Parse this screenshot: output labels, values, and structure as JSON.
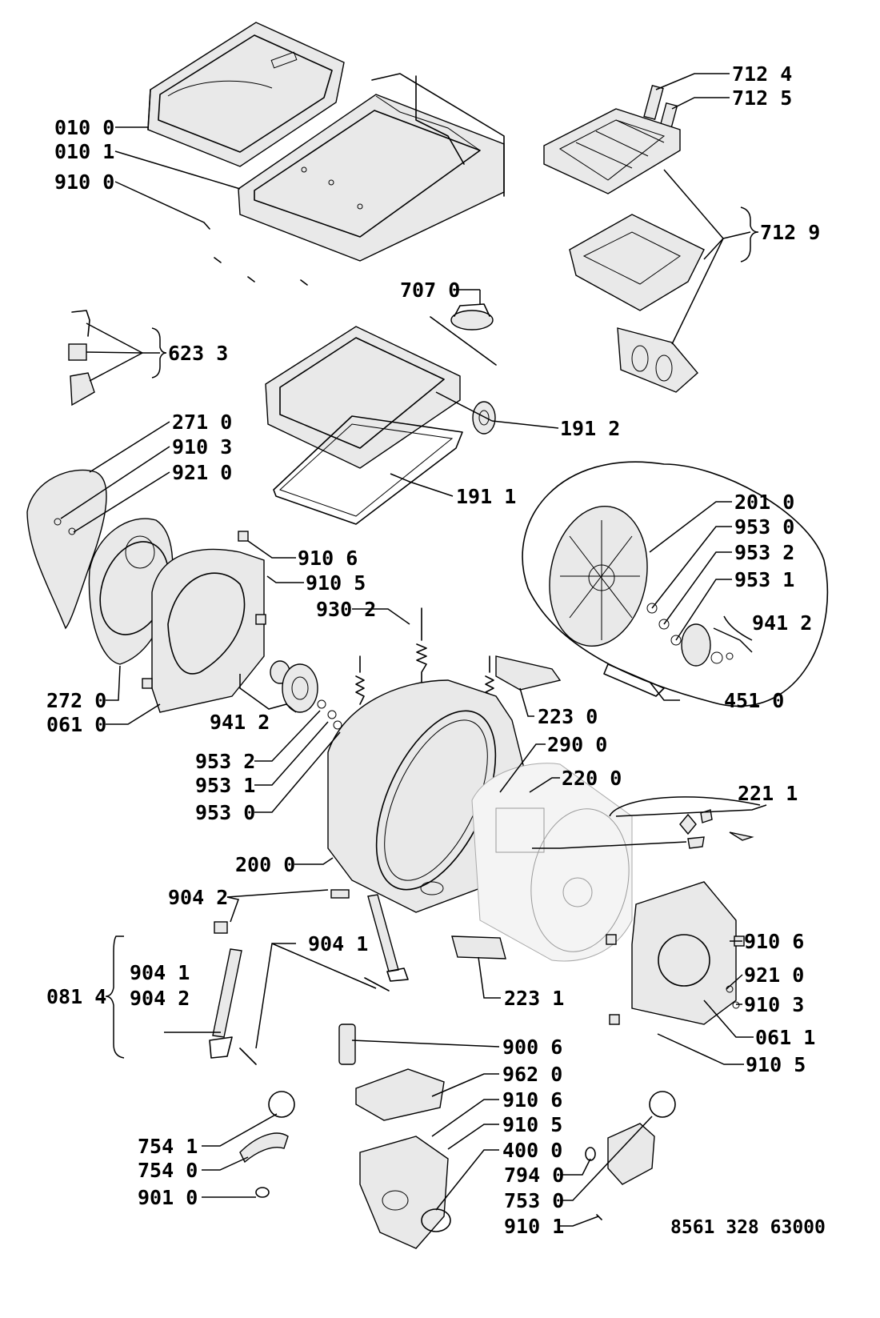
{
  "labels": {
    "l0100": "010 0",
    "l0101": "010 1",
    "l9100": "910 0",
    "l7124": "712 4",
    "l7125": "712 5",
    "l7129": "712 9",
    "l7070": "707 0",
    "l6233": "623 3",
    "l1912": "191 2",
    "l2710": "271 0",
    "l9103a": "910 3",
    "l9210a": "921 0",
    "l1911": "191 1",
    "l2010": "201 0",
    "l9530a": "953 0",
    "l9532a": "953 2",
    "l9531a": "953 1",
    "l9412a": "941 2",
    "l9106a": "910 6",
    "l9105a": "910 5",
    "l9302": "930 2",
    "l4510": "451 0",
    "l2720": "272 0",
    "l0610": "061 0",
    "l9412b": "941 2",
    "l2230": "223 0",
    "l9532b": "953 2",
    "l9531b": "953 1",
    "l9530b": "953 0",
    "l2900": "290 0",
    "l2200": "220 0",
    "l2211": "221 1",
    "l2000": "200 0",
    "l9042a": "904 2",
    "l9041a": "904 1",
    "l9041b": "904 1",
    "l0814": "081 4",
    "l9042b": "904 2",
    "l2231": "223 1",
    "l9106b": "910 6",
    "l9210b": "921 0",
    "l9103b": "910 3",
    "l0611": "061 1",
    "l9105b": "910 5",
    "l9006": "900 6",
    "l9620": "962 0",
    "l9106c": "910 6",
    "l9105c": "910 5",
    "l4000": "400 0",
    "l7541": "754 1",
    "l7540": "754 0",
    "l9010": "901 0",
    "l7940": "794 0",
    "l7530": "753 0",
    "l9101": "910 1"
  },
  "document_ref": "8561 328 63000"
}
